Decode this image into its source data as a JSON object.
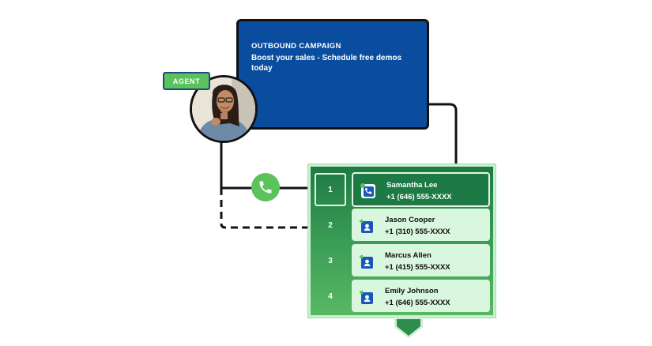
{
  "campaign": {
    "label": "OUTBOUND CAMPAIGN",
    "message": "Boost your sales - Schedule free demos today",
    "color": "#0a4d9e"
  },
  "agent": {
    "badge_label": "AGENT",
    "badge_color": "#5bc25c"
  },
  "call_icon": "phone-icon",
  "queue": {
    "items": [
      {
        "number": "1",
        "name": "Samantha Lee",
        "phone": "+1 (646) 555-XXXX",
        "active": true,
        "icon": "phone-call-icon"
      },
      {
        "number": "2",
        "name": "Jason Cooper",
        "phone": "+1 (310) 555-XXXX",
        "active": false,
        "icon": "campaign-contact-icon"
      },
      {
        "number": "3",
        "name": "Marcus Allen",
        "phone": "+1 (415) 555-XXXX",
        "active": false,
        "icon": "campaign-contact-icon"
      },
      {
        "number": "4",
        "name": "Emily Johnson",
        "phone": "+1 (646) 555-XXXX",
        "active": false,
        "icon": "campaign-contact-icon"
      }
    ]
  }
}
